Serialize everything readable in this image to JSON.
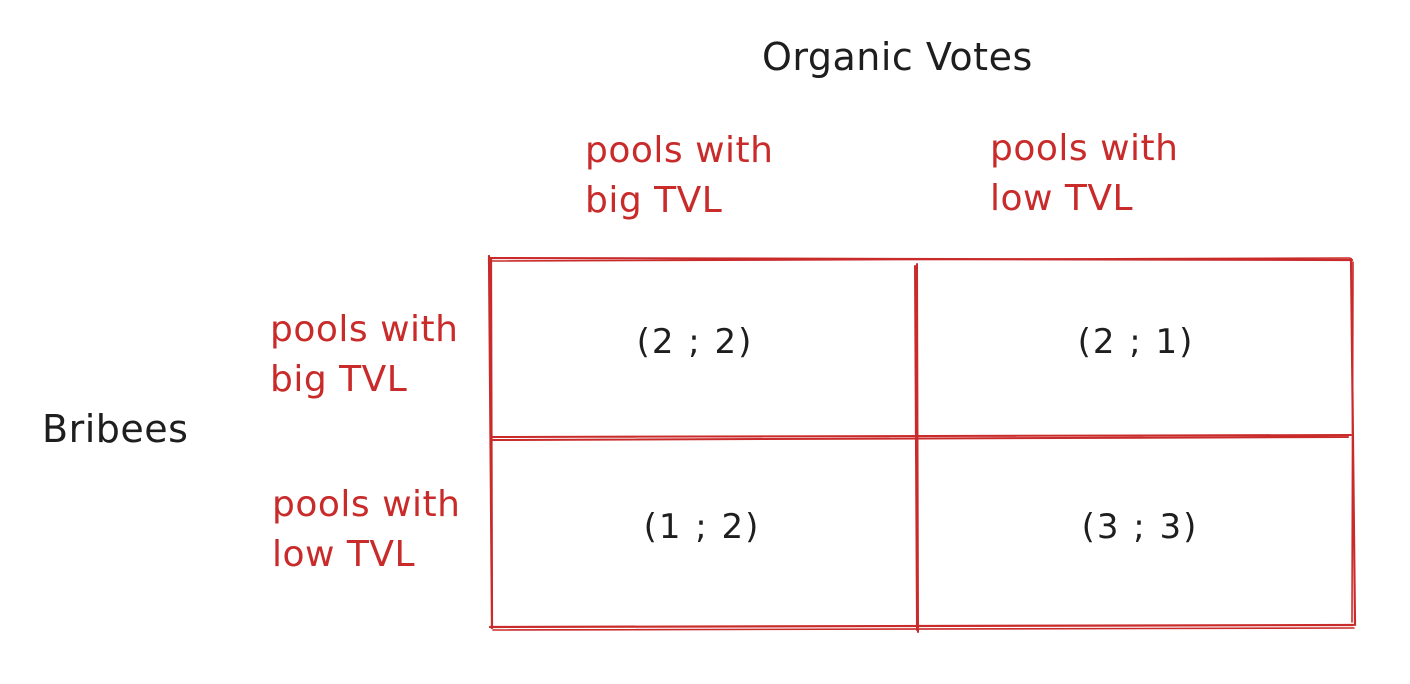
{
  "diagram": {
    "column_player": "Organic Votes",
    "row_player": "Bribees",
    "column_strategies": [
      {
        "line1": "pools with",
        "line2": "big TVL"
      },
      {
        "line1": "pools with",
        "line2": "low TVL"
      }
    ],
    "row_strategies": [
      {
        "line1": "pools with",
        "line2": "big TVL"
      },
      {
        "line1": "pools with",
        "line2": "low TVL"
      }
    ],
    "payoffs": [
      [
        "(2 ; 2)",
        "(2 ; 1)"
      ],
      [
        "(1 ; 2)",
        "(3 ; 3)"
      ]
    ]
  },
  "colors": {
    "grid": "#c92a2a",
    "strategy_labels": "#c92a2a",
    "text": "#1e1e1e"
  }
}
